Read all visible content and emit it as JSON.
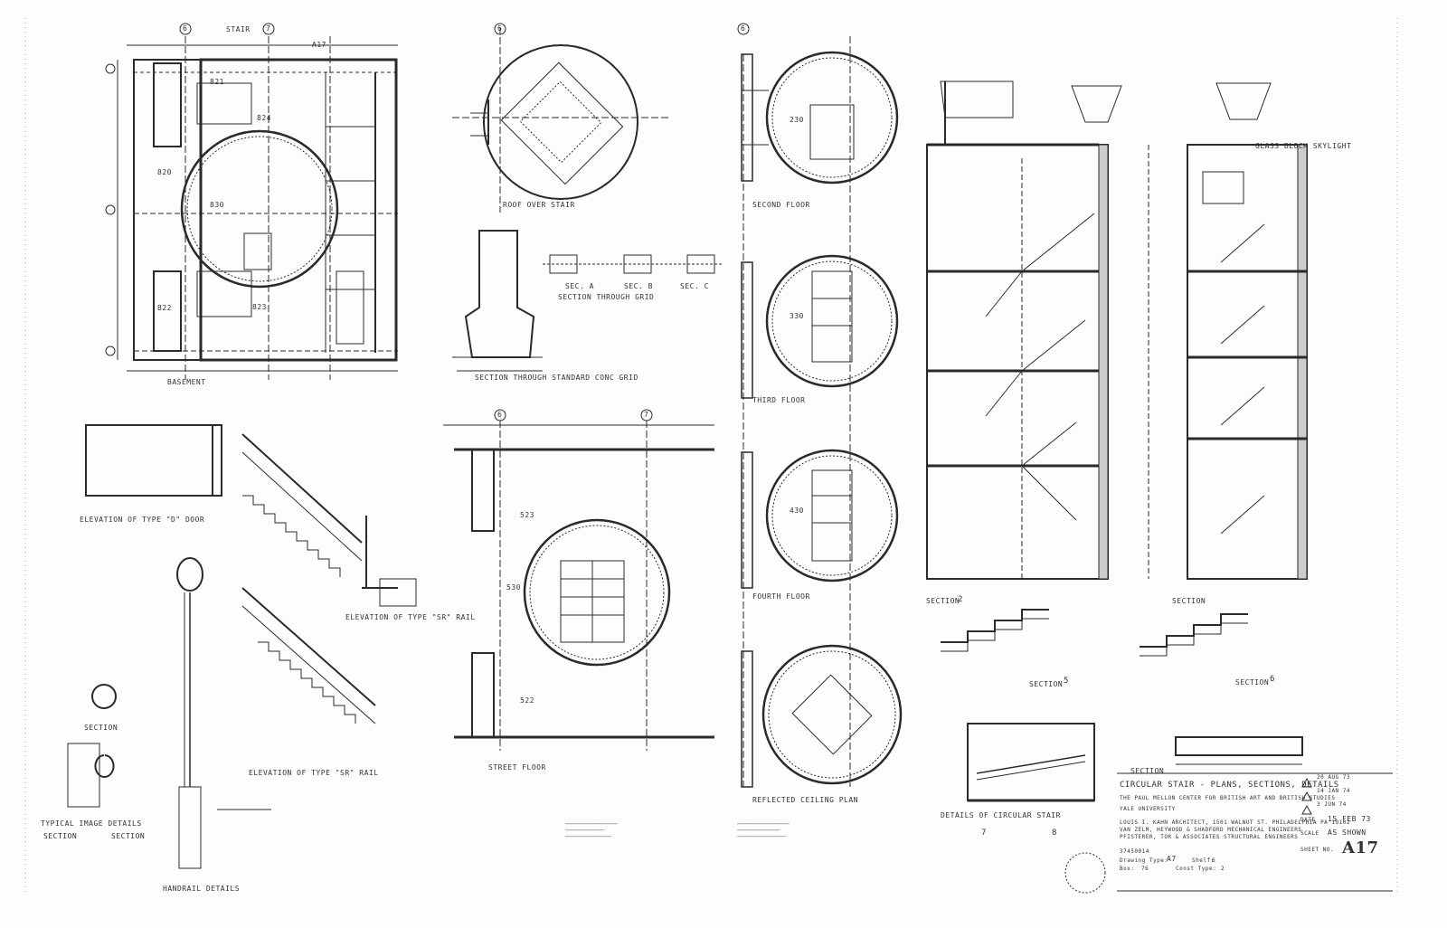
{
  "sheet": {
    "drawing_title": "CIRCULAR STAIR - PLANS, SECTIONS, DETAILS",
    "project": "THE PAUL MELLON CENTER FOR BRITISH ART AND BRITISH STUDIES",
    "client": "YALE UNIVERSITY",
    "architect": "LOUIS I. KAHN ARCHITECT, 1501 WALNUT ST. PHILADELPHIA PA 19102",
    "engineers": "VAN ZELM, HEYWOOD & SHADFORD  MECHANICAL ENGINEERS",
    "structural": "PFISTERER, TOR & ASSOCIATES  STRUCTURAL ENGINEERS",
    "sheet_number": "A17",
    "sheet_no_label": "SHEET NO.",
    "date_label": "DATE",
    "date_value": "15 FEB 73",
    "scale_label": "SCALE",
    "scale_value": "AS SHOWN",
    "revisions": [
      "20 AUG 73",
      "14 JAN 74",
      "3 JUN 74"
    ],
    "drawing_type_label": "Drawing Type:",
    "drawing_type": "A7",
    "shelf_label": "Shelf:",
    "shelf": "6",
    "box_label": "Box:",
    "box": "76",
    "const_type_label": "Const Type:",
    "const_type": "2",
    "catalog": "37450014"
  },
  "labels": {
    "basement": "BASEMENT",
    "roof_over_stair": "ROOF OVER STAIR",
    "second_floor": "SECOND FLOOR",
    "third_floor": "THIRD FLOOR",
    "fourth_floor": "FOURTH FLOOR",
    "street_floor": "STREET FLOOR",
    "reflected_ceiling_plan": "REFLECTED CEILING PLAN",
    "section_through_grid": "SECTION THROUGH GRID",
    "section_through_grid_2": "SECTION THROUGH STANDARD CONC GRID",
    "sec_a": "SEC. A",
    "sec_b": "SEC. B",
    "sec_c": "SEC. C",
    "elevation_type_d": "ELEVATION OF TYPE \"D\" DOOR",
    "elevation_type_sr": "ELEVATION OF TYPE \"SR\" RAIL",
    "elevation_type_sr2": "ELEVATION OF TYPE \"SR\" RAIL",
    "details_circular_stair": "DETAILS OF CIRCULAR STAIR",
    "handrail_details": "HANDRAIL DETAILS",
    "typical_image_details": "TYPICAL IMAGE DETAILS",
    "section_1": "SECTION",
    "section_2": "SECTION",
    "section_3": "SECTION",
    "section_4": "SECTION",
    "section_5": "SECTION",
    "section_6": "SECTION",
    "section_7": "SECTION",
    "section_8": "SECTION",
    "skylight": "GLASS BLOCK SKYLIGHT",
    "room_820": "820",
    "room_830": "830",
    "room_823": "823",
    "room_822": "822",
    "room_824": "824",
    "room_821": "821",
    "room_530": "530",
    "room_523": "523",
    "room_522": "522",
    "room_330": "330",
    "room_430": "430",
    "room_230": "230",
    "grid_6a": "6",
    "grid_7a": "7",
    "grid_6b": "6",
    "grid_6c": "6",
    "grid_6d": "6",
    "grid_7d": "7",
    "ref_a17": "A17",
    "stair_label": "STAIR",
    "sec_num_2": "2",
    "sec_num_5": "5",
    "sec_num_6": "6",
    "sec_num_7": "7",
    "sec_num_8": "8"
  }
}
